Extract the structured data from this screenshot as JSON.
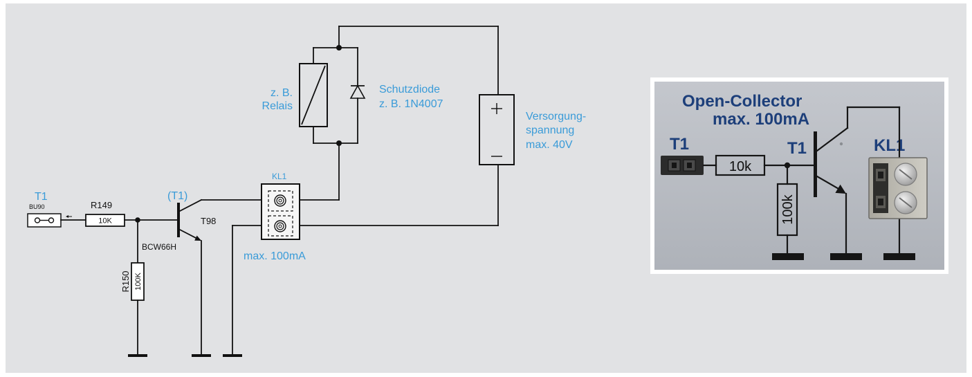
{
  "colors": {
    "page_background": "#ffffff",
    "panel_background": "#e1e2e4",
    "label_blue": "#3a9bd8",
    "wire": "#111111",
    "photo_label": "#1d3f7a"
  },
  "schematic": {
    "jumper": {
      "label": "T1",
      "part": "BU90"
    },
    "r149": {
      "name": "R149",
      "value": "10K"
    },
    "r150": {
      "name": "R150",
      "value": "100K"
    },
    "transistor": {
      "ref": "(T1)",
      "name": "T98",
      "type": "BCW66H"
    },
    "terminal": {
      "name": "KL1",
      "note": "max. 100mA"
    },
    "relay": {
      "line1": "z. B.",
      "line2": "Relais"
    },
    "diode": {
      "line1": "Schutzdiode",
      "line2": "z. B. 1N4007"
    },
    "supply": {
      "line1": "Versorgung-",
      "line2": "spannung",
      "line3": "max. 40V"
    }
  },
  "photo": {
    "title": "Open-Collector",
    "subtitle": "max. 100mA",
    "jumper_label": "T1",
    "base_resistor": "10k",
    "pull_resistor": "100k",
    "transistor_label": "T1",
    "terminal_label": "KL1"
  }
}
